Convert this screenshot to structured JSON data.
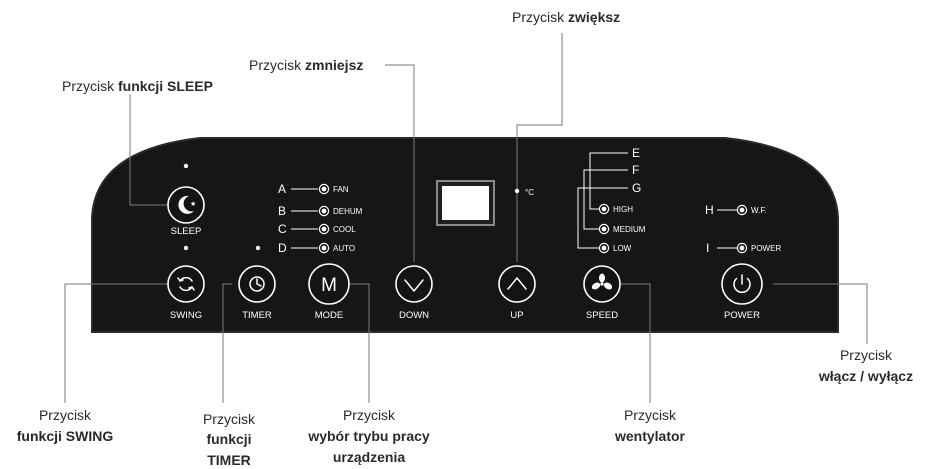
{
  "panel": {
    "buttons": {
      "sleep": "SLEEP",
      "swing": "SWING",
      "timer": "TIMER",
      "mode": "MODE",
      "mode_glyph": "M",
      "down": "DOWN",
      "up": "UP",
      "speed": "SPEED",
      "power": "POWER"
    },
    "mode_indicators": [
      {
        "letter": "A",
        "label": "FAN"
      },
      {
        "letter": "B",
        "label": "DEHUM"
      },
      {
        "letter": "C",
        "label": "COOL"
      },
      {
        "letter": "D",
        "label": "AUTO"
      }
    ],
    "speed_indicators": [
      {
        "letter": "E",
        "label": "HIGH"
      },
      {
        "letter": "F",
        "label": "MEDIUM"
      },
      {
        "letter": "G",
        "label": "LOW"
      }
    ],
    "right_indicators": [
      {
        "letter": "H",
        "label": "W.F."
      },
      {
        "letter": "I",
        "label": "POWER"
      }
    ],
    "temp_unit": "°C"
  },
  "callouts": {
    "sleep": {
      "l1_normal": "Przycisk ",
      "l1_bold": "funkcji SLEEP"
    },
    "down": {
      "l1_normal": "Przycisk ",
      "l1_bold": "zmniejsz"
    },
    "up": {
      "l1_normal": "Przycisk ",
      "l1_bold": "zwiększ"
    },
    "swing": {
      "l1": "Przycisk",
      "l2": "funkcji SWING"
    },
    "timer": {
      "l1": "Przycisk",
      "l2": "funkcji",
      "l3": "TIMER"
    },
    "mode": {
      "l1": "Przycisk",
      "l2": "wybór trybu pracy",
      "l3": "urządzenia"
    },
    "speed": {
      "l1": "Przycisk",
      "l2": "wentylator"
    },
    "power": {
      "l1": "Przycisk",
      "l2": "włącz / wyłącz"
    }
  }
}
